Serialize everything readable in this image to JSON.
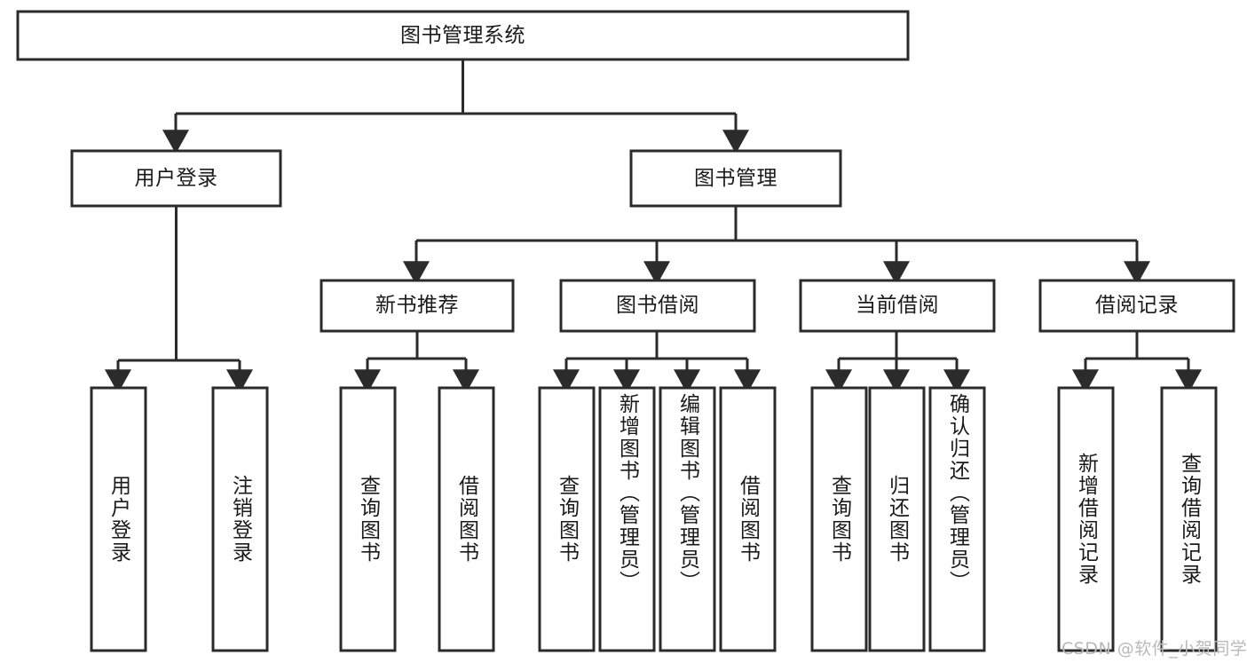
{
  "diagram": {
    "type": "tree-hierarchy-chart",
    "title": "图书管理系统",
    "orientation": "top-down",
    "background_color": "#ffffff",
    "stroke_color": "#2b2b2b",
    "text_color": "#1a1a1a",
    "root": {
      "id": "root",
      "label": "图书管理系统",
      "level": 0
    },
    "level1": [
      {
        "id": "user-login",
        "label": "用户登录",
        "level": 1
      },
      {
        "id": "book-management",
        "label": "图书管理",
        "level": 1
      }
    ],
    "level2": [
      {
        "id": "new-book-recommend",
        "label": "新书推荐",
        "parent": "book-management",
        "level": 2
      },
      {
        "id": "book-borrow",
        "label": "图书借阅",
        "parent": "book-management",
        "level": 2
      },
      {
        "id": "current-borrow",
        "label": "当前借阅",
        "parent": "book-management",
        "level": 2
      },
      {
        "id": "borrow-record",
        "label": "借阅记录",
        "parent": "book-management",
        "level": 2
      }
    ],
    "leaves": {
      "user-login": [
        {
          "id": "leaf-user-login",
          "label": "用户登录"
        },
        {
          "id": "leaf-user-logout",
          "label": "注销登录"
        }
      ],
      "new-book-recommend": [
        {
          "id": "leaf-query-book-1",
          "label": "查询图书"
        },
        {
          "id": "leaf-borrow-book-1",
          "label": "借阅图书"
        }
      ],
      "book-borrow": [
        {
          "id": "leaf-query-book-2",
          "label": "查询图书"
        },
        {
          "id": "leaf-add-book",
          "label": "新增图书（管理员）"
        },
        {
          "id": "leaf-edit-book",
          "label": "编辑图书（管理员）"
        },
        {
          "id": "leaf-borrow-book-2",
          "label": "借阅图书"
        }
      ],
      "current-borrow": [
        {
          "id": "leaf-query-book-3",
          "label": "查询图书"
        },
        {
          "id": "leaf-return-book",
          "label": "归还图书"
        },
        {
          "id": "leaf-confirm-return",
          "label": "确认归还（管理员）"
        }
      ],
      "borrow-record": [
        {
          "id": "leaf-add-record",
          "label": "新增借阅记录"
        },
        {
          "id": "leaf-query-record",
          "label": "查询借阅记录"
        }
      ]
    }
  },
  "watermark": {
    "text": "CSDN @软件_小贺同学",
    "color": "#b9b9b9"
  }
}
